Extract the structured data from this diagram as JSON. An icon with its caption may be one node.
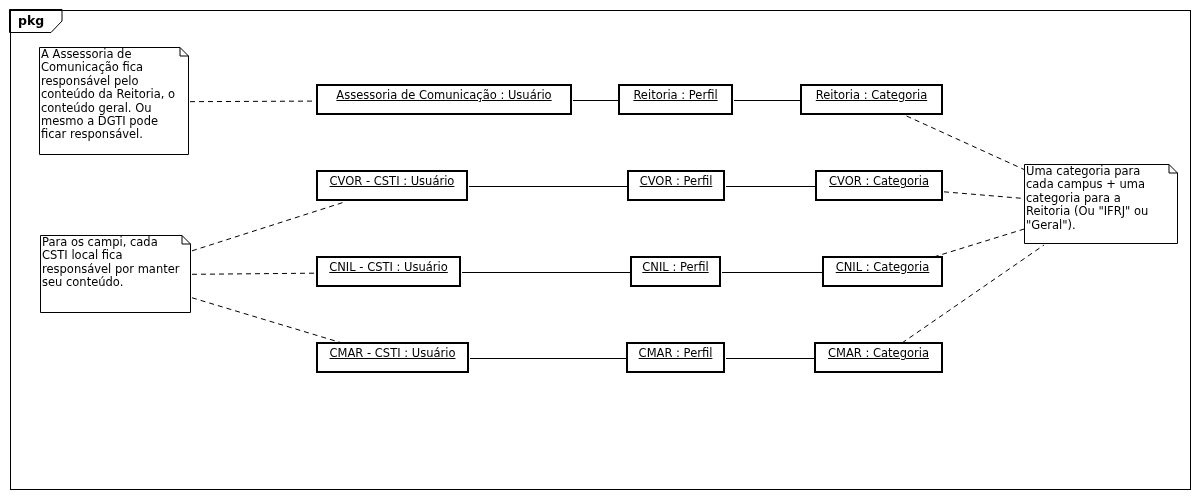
{
  "diagram": {
    "nodes": [
      {
        "text": [
          "pkg"
        ]
      },
      {
        "text": [
          "A Assessoria de Comunicação fica responsável pelo conteúdo da Reitoria, o conteúdo geral. Ou mesmo a DGTI pode ficar responsável."
        ],
        "in": 0
      },
      {
        "text": [
          "Assessoria de Comunicação : Usuário"
        ],
        "in": 0
      },
      {
        "text": [
          "Reitoria : Perfil"
        ],
        "in": 0
      },
      {
        "text": [
          "Reitoria : Categoria"
        ],
        "in": 0
      },
      {
        "text": [
          "CVOR - CSTI : Usuário"
        ],
        "in": 0
      },
      {
        "text": [
          "CVOR : Perfil"
        ],
        "in": 0
      },
      {
        "text": [
          "CVOR : Categoria"
        ],
        "in": 0
      },
      {
        "text": [
          "Uma categoria para cada campus + uma categoria para a Reitoria (Ou \"IFRJ\" ou \"Geral\")."
        ],
        "in": 0
      },
      {
        "text": [
          "Para os campi, cada CSTI local fica responsável por manter seu conteúdo."
        ],
        "in": 0
      },
      {
        "text": [
          "CNIL - CSTI : Usuário"
        ],
        "in": 0
      },
      {
        "text": [
          "CNIL : Perfil"
        ],
        "in": 0
      },
      {
        "text": [
          "CNIL : Categoria"
        ],
        "in": 0
      },
      {
        "text": [
          "CMAR - CSTI : Usuário"
        ],
        "in": 0
      },
      {
        "text": [
          "CMAR : Perfil"
        ],
        "in": 0
      },
      {
        "text": [
          "CMAR : Categoria"
        ],
        "in": 0
      }
    ],
    "edges": [
      {
        "from": 1,
        "to": 2,
        "arrow": "none",
        "style": "dashed"
      },
      {
        "from": 2,
        "to": 3,
        "arrow": "none"
      },
      {
        "from": 3,
        "to": 4,
        "arrow": "none"
      },
      {
        "from": 5,
        "to": 6,
        "arrow": "none"
      },
      {
        "from": 6,
        "to": 7,
        "arrow": "none"
      },
      {
        "from": 10,
        "to": 11,
        "arrow": "none"
      },
      {
        "from": 11,
        "to": 12,
        "arrow": "none"
      },
      {
        "from": 13,
        "to": 14,
        "arrow": "none"
      },
      {
        "from": 14,
        "to": 15,
        "arrow": "none"
      },
      {
        "from": 9,
        "to": 5,
        "arrow": "none",
        "style": "dashed"
      },
      {
        "from": 9,
        "to": 10,
        "arrow": "none",
        "style": "dashed"
      },
      {
        "from": 9,
        "to": 13,
        "arrow": "none",
        "style": "dashed"
      },
      {
        "from": 4,
        "to": 8,
        "arrow": "none",
        "style": "dashed"
      },
      {
        "from": 7,
        "to": 8,
        "arrow": "none",
        "style": "dashed"
      },
      {
        "from": 12,
        "to": 8,
        "arrow": "none",
        "style": "dashed"
      },
      {
        "from": 15,
        "to": 8,
        "arrow": "none",
        "style": "dashed"
      }
    ]
  }
}
